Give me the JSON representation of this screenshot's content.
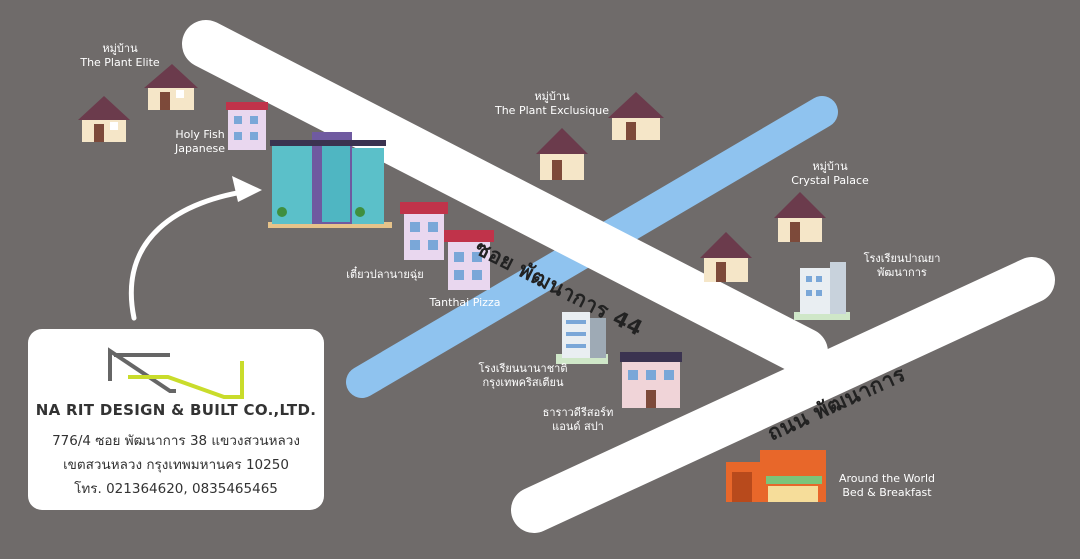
{
  "roads": {
    "soi": "ซอย พัฒนาการ 44",
    "thanon": "ถนน พัฒนาการ"
  },
  "places": {
    "plant_elite": [
      "หมู่บ้าน",
      "The Plant Elite"
    ],
    "holy_fish": [
      "Holy Fish",
      "Japanese"
    ],
    "plant_exclusique": [
      "หมู่บ้าน",
      "The Plant Exclusique"
    ],
    "crystal_palace": [
      "หมู่บ้าน",
      "Crystal Palace"
    ],
    "school_pranya": [
      "โรงเรียนปาณยา",
      "พัฒนาการ"
    ],
    "noodle": "เตี๋ยวปลานายฉุ่ย",
    "tanthai": "Tanthai Pizza",
    "school_intl": [
      "โรงเรียนนานาชาติ",
      "กรุงเทพคริสเตียน"
    ],
    "resort": [
      "ธาราวดีรีสอร์ท",
      "แอนด์ สปา"
    ],
    "around_world": [
      "Around the World",
      "Bed & Breakfast"
    ]
  },
  "card": {
    "company": "NA RIT DESIGN & BUILT CO.,LTD.",
    "address1": "776/4 ซอย พัฒนาการ 38 แขวงสวนหลวง",
    "address2": "เขตสวนหลวง กรุงเทพมหานคร 10250",
    "phone": "โทร. 021364620, 0835465465"
  },
  "colors": {
    "background": "#6f6b6a",
    "road": "#ffffff",
    "canal": "#8fc3ef",
    "logo_green": "#c9dc2b",
    "logo_gray": "#666666"
  }
}
